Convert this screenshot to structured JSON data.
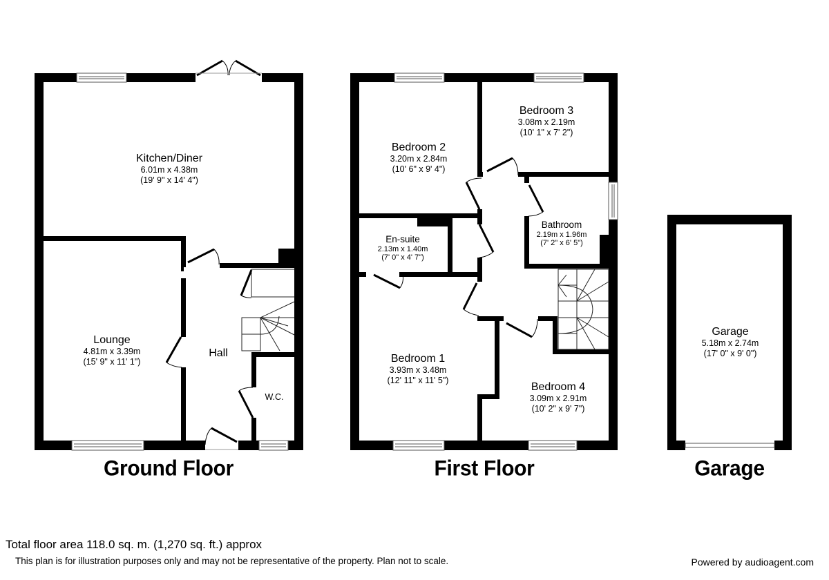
{
  "floors": [
    {
      "title": "Ground Floor",
      "rooms": [
        {
          "name": "Kitchen/Diner",
          "metric": "6.01m x 4.38m",
          "imperial": "(19' 9\" x 14' 4\")"
        },
        {
          "name": "Lounge",
          "metric": "4.81m x 3.39m",
          "imperial": "(15' 9\" x 11' 1\")"
        },
        {
          "name": "Hall"
        },
        {
          "name": "W.C."
        }
      ]
    },
    {
      "title": "First Floor",
      "rooms": [
        {
          "name": "Bedroom 2",
          "metric": "3.20m x 2.84m",
          "imperial": "(10' 6\" x 9' 4\")"
        },
        {
          "name": "Bedroom 3",
          "metric": "3.08m x 2.19m",
          "imperial": "(10' 1\" x 7' 2\")"
        },
        {
          "name": "Bathroom",
          "metric": "2.19m x 1.96m",
          "imperial": "(7' 2\" x 6' 5\")"
        },
        {
          "name": "En-suite",
          "metric": "2.13m x 1.40m",
          "imperial": "(7' 0\" x 4' 7\")"
        },
        {
          "name": "Bedroom 1",
          "metric": "3.93m x 3.48m",
          "imperial": "(12' 11\" x 11' 5\")"
        },
        {
          "name": "Bedroom 4",
          "metric": "3.09m x 2.91m",
          "imperial": "(10' 2\" x 9' 7\")"
        }
      ]
    },
    {
      "title": "Garage",
      "rooms": [
        {
          "name": "Garage",
          "metric": "5.18m x 2.74m",
          "imperial": "(17' 0\" x 9' 0\")"
        }
      ]
    }
  ],
  "footer": {
    "total_area": "Total floor area 118.0 sq. m. (1,270 sq. ft.) approx",
    "disclaimer": "This plan is for illustration purposes only and may not be representative of the property. Plan not to scale.",
    "powered_by": "Powered by audioagent.com"
  },
  "colors": {
    "wall": "#000000",
    "background": "#ffffff",
    "window": "#ffffff"
  }
}
